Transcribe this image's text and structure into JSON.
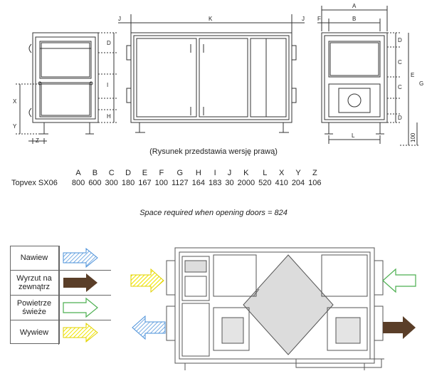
{
  "drawing": {
    "front_dims": [
      "J",
      "K",
      "J"
    ],
    "side_left_dims": [
      "X",
      "Y",
      "Z",
      "D",
      "I",
      "H"
    ],
    "side_right_dims": [
      "A",
      "B",
      "F",
      "D",
      "C",
      "C",
      "D",
      "E",
      "G",
      "L"
    ],
    "floor_value": "100"
  },
  "caption": "(Rysunek przedstawia wersję prawą)",
  "dimensions": {
    "headers": [
      "A",
      "B",
      "C",
      "D",
      "E",
      "F",
      "G",
      "H",
      "I",
      "J",
      "K",
      "L",
      "X",
      "Y",
      "Z"
    ],
    "rows": [
      {
        "name": "Topvex SX06",
        "values": [
          "800",
          "600",
          "300",
          "180",
          "167",
          "100",
          "1127",
          "164",
          "183",
          "30",
          "2000",
          "520",
          "410",
          "204",
          "106"
        ]
      }
    ]
  },
  "note": "Space required when opening doors = 824",
  "legend": {
    "items": [
      {
        "label": "Nawiew",
        "style": "hatched-blue",
        "color": "#4a90d9"
      },
      {
        "label": "Wyrzut na zewnątrz",
        "style": "solid-brown",
        "color": "#5a3e28"
      },
      {
        "label": "Powietrze świeże",
        "style": "outline-green",
        "color": "#4caf50"
      },
      {
        "label": "Wywiew",
        "style": "hatched-yellow",
        "color": "#f2e600"
      }
    ]
  }
}
